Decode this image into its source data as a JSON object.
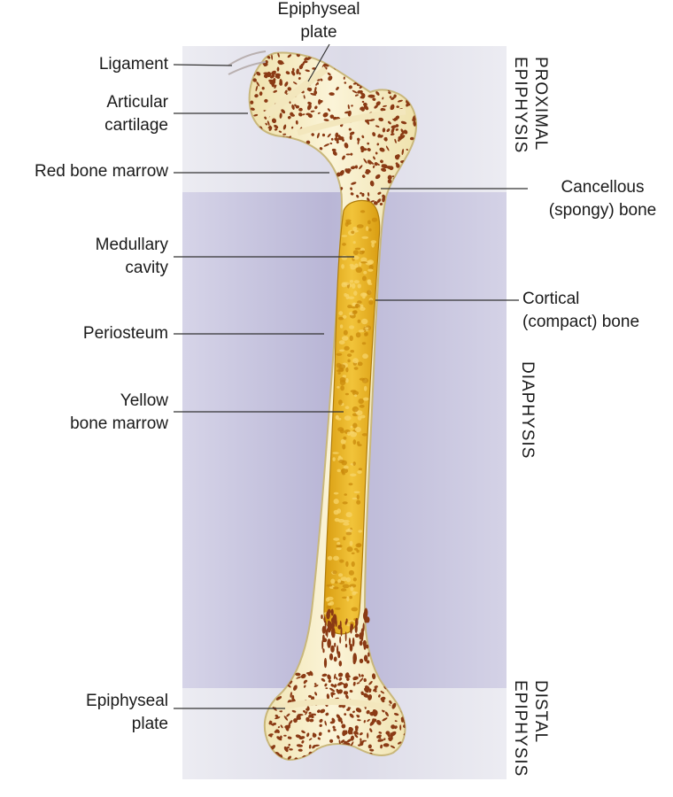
{
  "labels": {
    "ligament": "Ligament",
    "articular_cartilage": [
      "Articular",
      "cartilage"
    ],
    "red_bone_marrow": "Red bone marrow",
    "medullary_cavity": [
      "Medullary",
      "cavity"
    ],
    "periosteum": "Periosteum",
    "yellow_bone_marrow": [
      "Yellow",
      "bone marrow"
    ],
    "epiphyseal_plate_top": [
      "Epiphyseal",
      "plate"
    ],
    "epiphyseal_plate_bottom": [
      "Epiphyseal",
      "plate"
    ],
    "cancellous_bone": [
      "Cancellous",
      "(spongy) bone"
    ],
    "cortical_bone": [
      "Cortical",
      "(compact) bone"
    ]
  },
  "regions": {
    "proximal_epiphysis": [
      "PROXIMAL",
      "EPIPHYSIS"
    ],
    "diaphysis": [
      "DIAPHYSIS"
    ],
    "distal_epiphysis": [
      "DISTAL",
      "EPIPHYSIS"
    ]
  },
  "colors": {
    "epiphysis_band": "#e8e8f0",
    "diaphysis_band": "#c7c5de",
    "bone_compact": "#f6ecc4",
    "spongy_dots": "#8a3a14",
    "yellow_marrow": "#e8b31c",
    "leader_line": "#333333"
  }
}
